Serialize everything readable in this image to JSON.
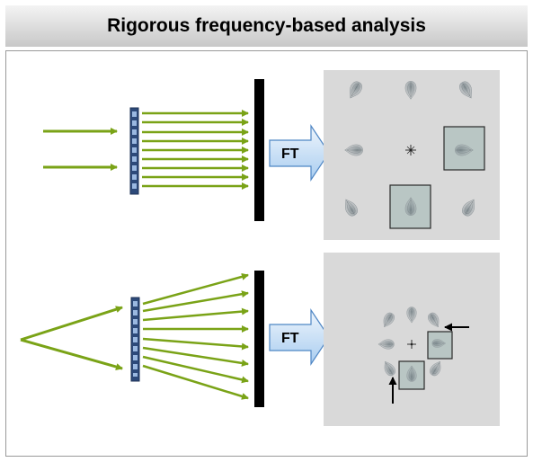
{
  "header": {
    "title": "Rigorous frequency-based analysis"
  },
  "panels": [
    {
      "id": "top",
      "ft_label": "FT"
    },
    {
      "id": "bottom",
      "ft_label": "FT"
    }
  ],
  "colors": {
    "beam": "#7aa317",
    "grating_fill": "#2d4a7a",
    "grating_slit": "#9ab8e0",
    "screen": "#000000",
    "ft_arrow_top": "#e6f1fb",
    "ft_arrow_bottom": "#a9cdf0",
    "ft_arrow_stroke": "#4e86c4",
    "pattern_bg": "#d9d9d9",
    "highlight_fill": "#b9c6c4"
  }
}
